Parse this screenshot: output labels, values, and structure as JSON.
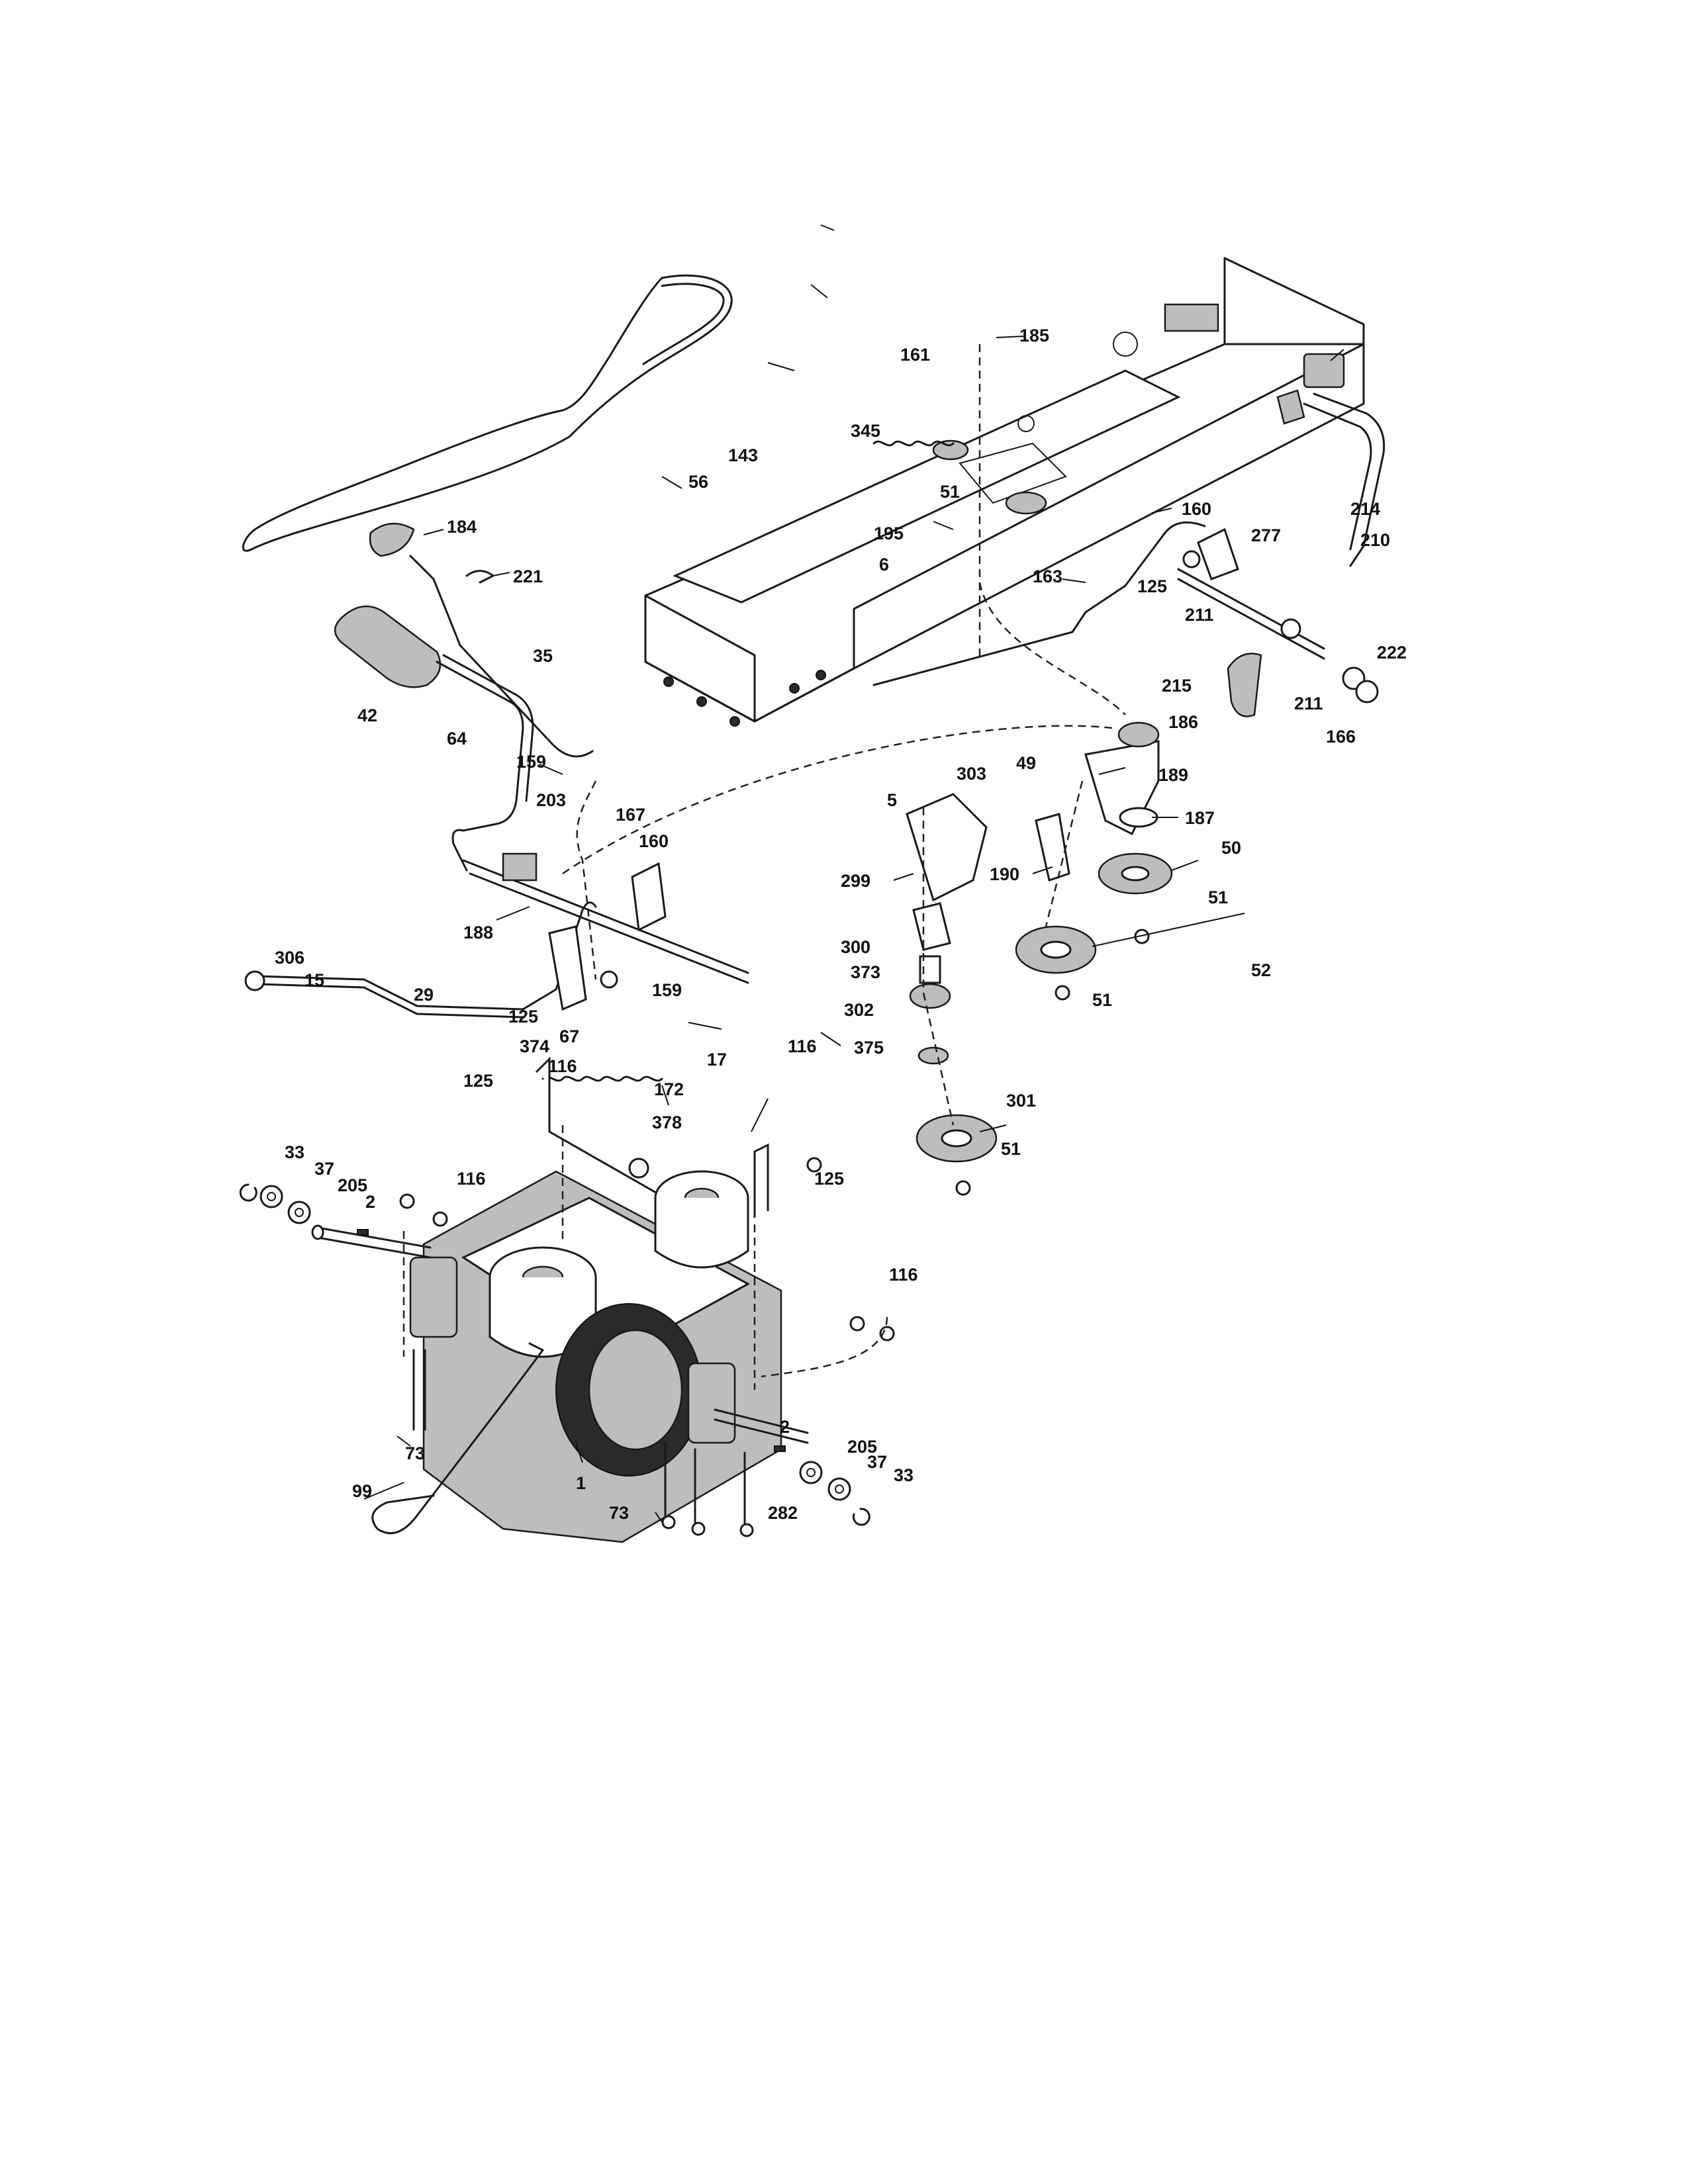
{
  "diagram": {
    "part_labels": [
      "185",
      "161",
      "345",
      "143",
      "56",
      "51",
      "195",
      "6",
      "184",
      "221",
      "160",
      "214",
      "277",
      "210",
      "163",
      "125",
      "211",
      "35",
      "42",
      "222",
      "211",
      "215",
      "186",
      "166",
      "64",
      "159",
      "203",
      "167",
      "160",
      "49",
      "189",
      "5",
      "303",
      "187",
      "299",
      "50",
      "190",
      "51",
      "188",
      "300",
      "373",
      "306",
      "15",
      "29",
      "125",
      "374",
      "67",
      "159",
      "302",
      "52",
      "51",
      "375",
      "116",
      "17",
      "125",
      "116",
      "172",
      "378",
      "301",
      "51",
      "125",
      "33",
      "37",
      "116",
      "205",
      "2",
      "116",
      "2",
      "205",
      "37",
      "99",
      "33",
      "73",
      "1",
      "73",
      "282"
    ]
  }
}
